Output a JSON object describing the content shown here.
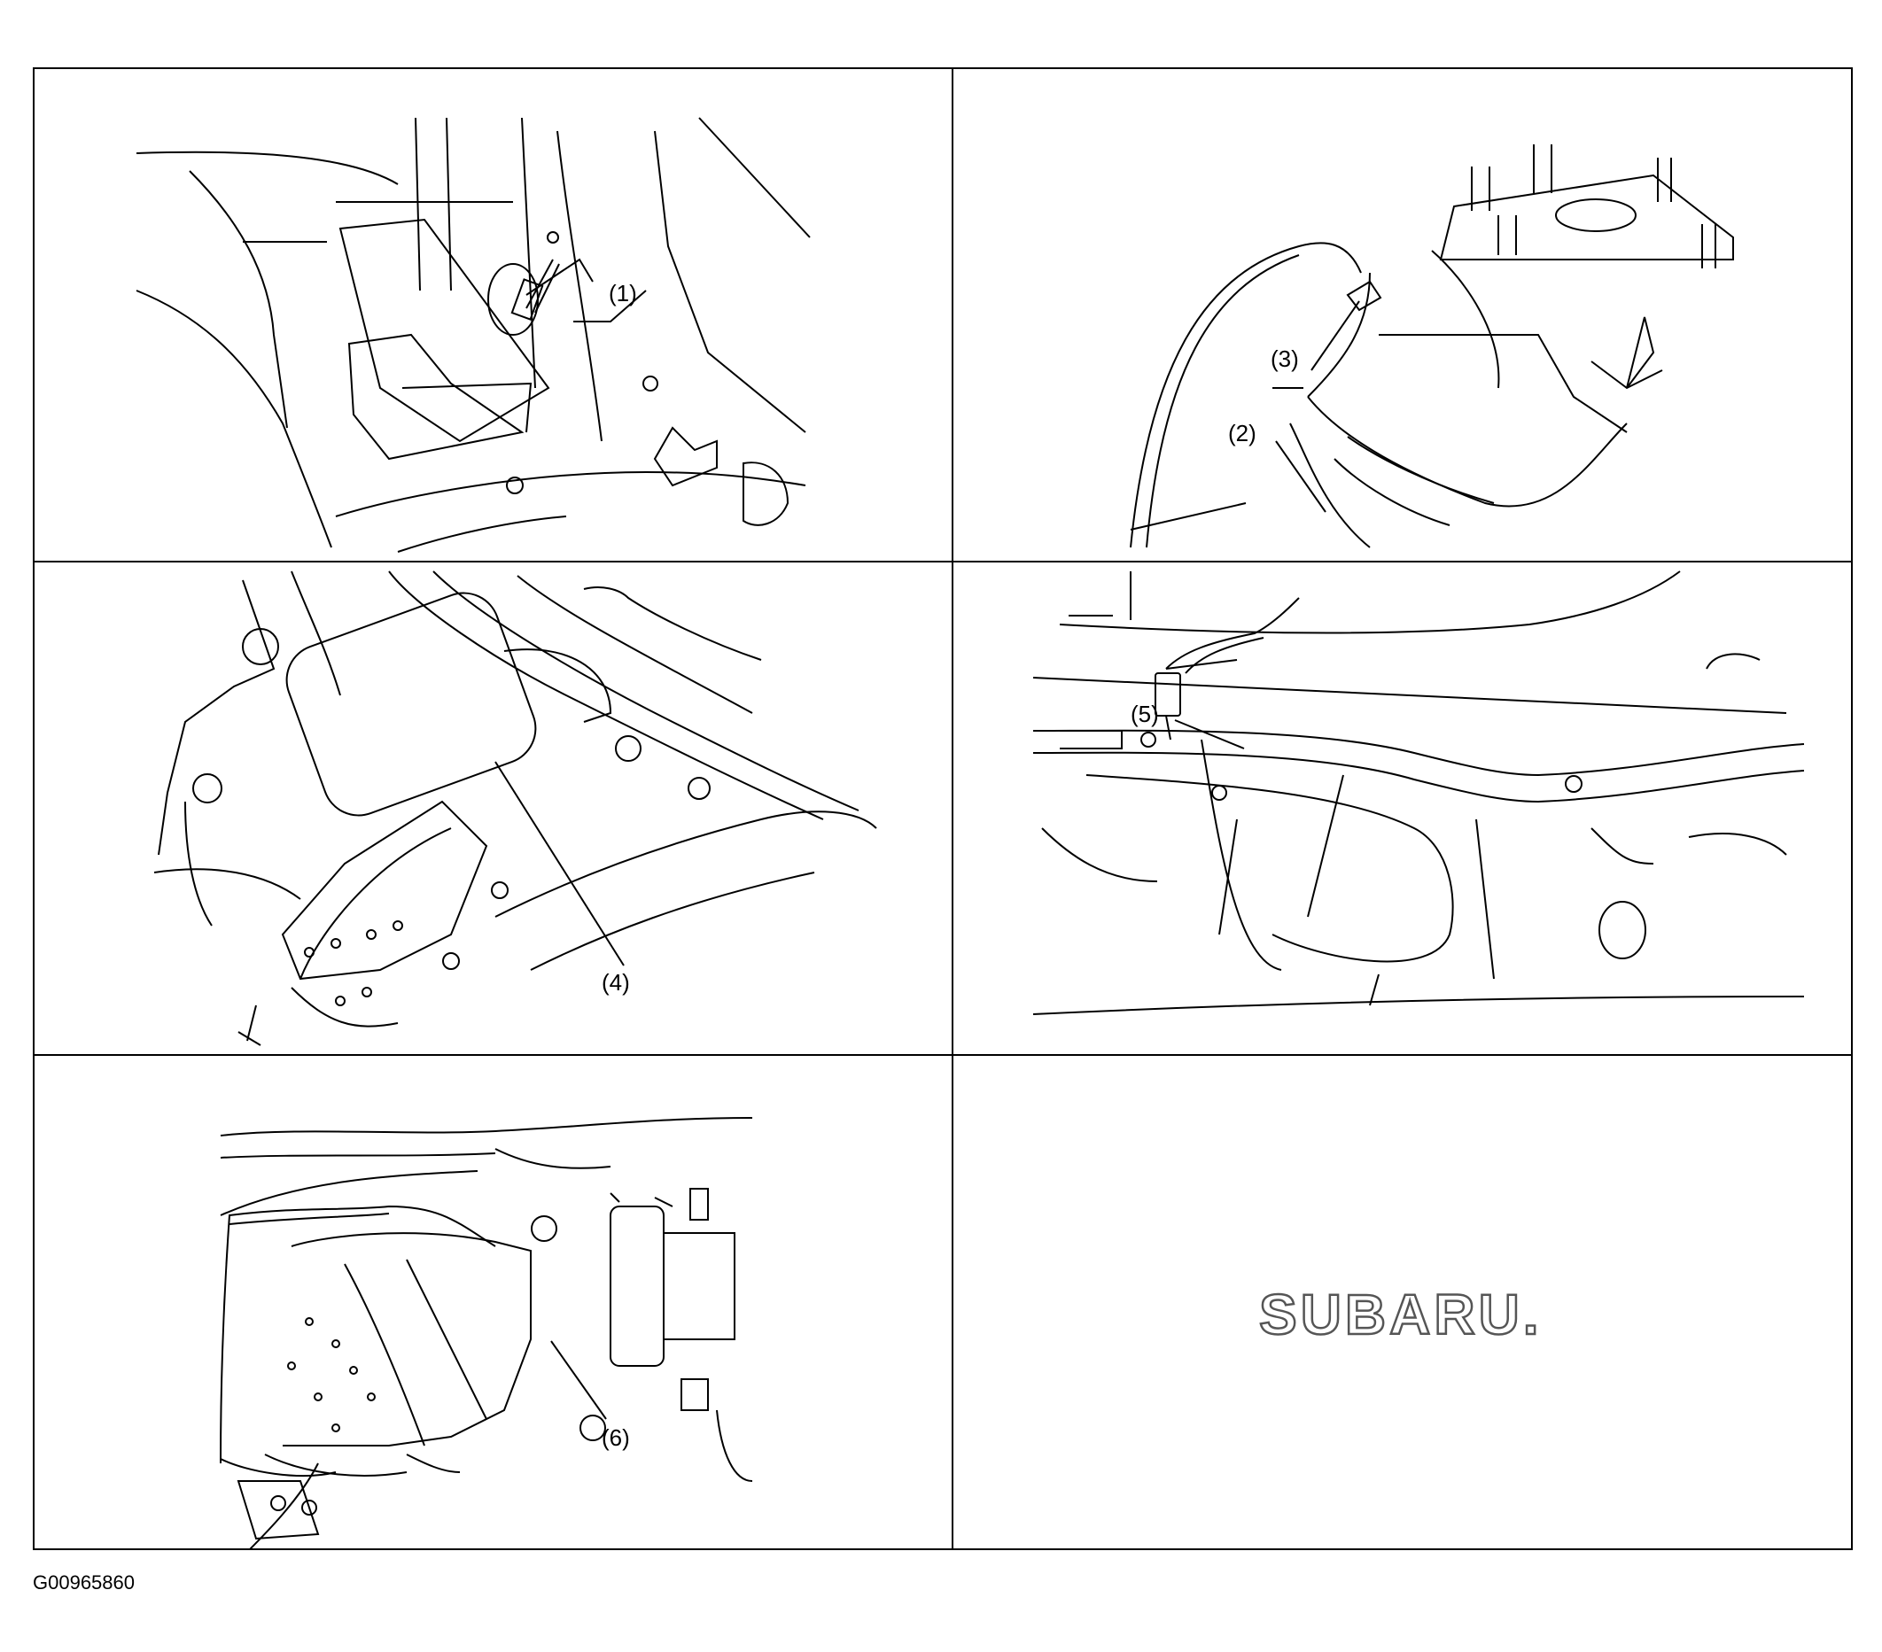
{
  "diagram": {
    "panels": [
      {
        "id": "panel-1",
        "callouts": [
          "(1)"
        ]
      },
      {
        "id": "panel-2",
        "callouts": [
          "(2)",
          "(3)"
        ]
      },
      {
        "id": "panel-3",
        "callouts": [
          "(4)"
        ]
      },
      {
        "id": "panel-4",
        "callouts": [
          "(5)"
        ]
      },
      {
        "id": "panel-5",
        "callouts": [
          "(6)"
        ]
      },
      {
        "id": "panel-6",
        "logo": "SUBARU."
      }
    ],
    "figure_code": "G00965860"
  },
  "colors": {
    "line": "#000000",
    "background": "#ffffff"
  },
  "icons": [
    "o2-sensor",
    "exhaust-pipe",
    "catalytic-converter",
    "brand-logo"
  ]
}
